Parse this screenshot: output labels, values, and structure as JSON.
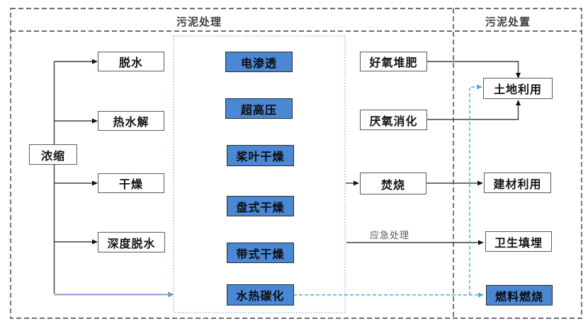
{
  "headers": {
    "treatment": "污泥处理",
    "disposal": "污泥处置"
  },
  "nodes": {
    "thickening": "浓缩",
    "dewatering": "脱水",
    "thermal_hydrolysis": "热水解",
    "drying": "干燥",
    "deep_dewatering": "深度脱水",
    "electro_osmosis": "电渗透",
    "ultra_high_pressure": "超高压",
    "paddle_drying": "桨叶干燥",
    "disc_drying": "盘式干燥",
    "belt_drying": "带式干燥",
    "hydrothermal_carbonization": "水热碳化",
    "aerobic_composting": "好氧堆肥",
    "anaerobic_digestion": "厌氧消化",
    "incineration": "焚烧",
    "land_use": "土地利用",
    "building_material_use": "建材利用",
    "sanitary_landfill": "卫生填埋",
    "fuel_combustion": "燃料燃烧"
  },
  "edge_labels": {
    "emergency": "应急处理"
  },
  "colors": {
    "highlight_box_fill": "#4A87D5",
    "sky_dashed_arrow": "#41AEE4",
    "periwinkle_arrow": "#7C98D6",
    "connector_line": "#404040",
    "dashed_frame": "#3f3f3f",
    "inner_container_border": "#9CC2E5"
  }
}
